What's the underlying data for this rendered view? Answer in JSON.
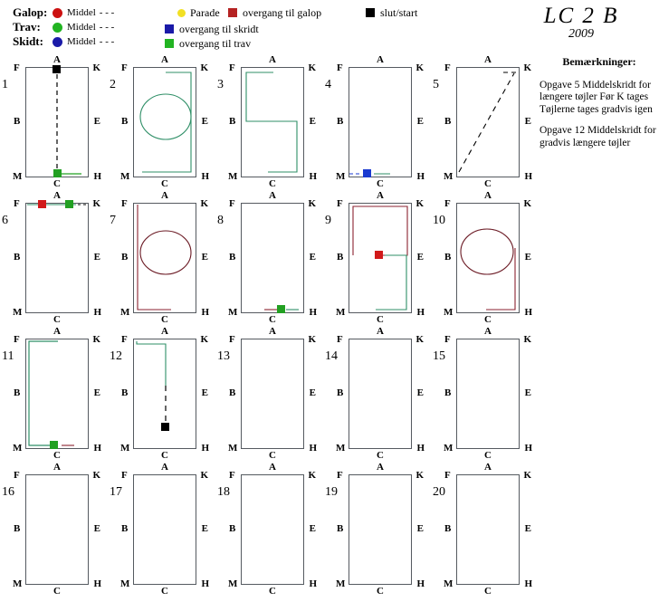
{
  "legend": {
    "gaits": [
      {
        "name": "Galop:",
        "color": "#cc1111",
        "middel": "Middel",
        "dash": "- - -",
        "icon": "circle-marker-red"
      },
      {
        "name": "Trav:",
        "color": "#22b422",
        "middel": "Middel",
        "dash": "- - -",
        "icon": "circle-marker-green"
      },
      {
        "name": "Skidt:",
        "color": "#1a1aa8",
        "middel": "Middel",
        "dash": "- - -",
        "icon": "circle-marker-blue"
      }
    ],
    "items": [
      {
        "label": "Parade",
        "color": "#f2e024",
        "shape": "circle",
        "icon": "parade-dot-yellow"
      },
      {
        "label": "overgang til skridt",
        "color": "#1a1aa8",
        "shape": "square",
        "icon": "transition-walk-square-blue"
      },
      {
        "label": "overgang til trav",
        "color": "#22b422",
        "shape": "square",
        "icon": "transition-trot-square-green"
      },
      {
        "label": "overgang til galop",
        "color": "#b52222",
        "shape": "square",
        "icon": "transition-canter-square-red"
      },
      {
        "label": "slut/start",
        "color": "#000000",
        "shape": "square",
        "icon": "start-finish-square-black"
      }
    ]
  },
  "title": {
    "name": "LC 2 B",
    "year": "2009"
  },
  "notes": {
    "heading": "Bemærkninger:",
    "paragraphs": [
      "Opgave 5 Middelskridt for længere tøjler Før K tages Tøjlerne tages gradvis igen",
      "Opgave 12 Middelskridt for gradvis længere tøjler"
    ]
  },
  "arena": {
    "letters": [
      "A",
      "F",
      "K",
      "B",
      "E",
      "M",
      "H",
      "C"
    ],
    "colors": {
      "outline": "#555a60",
      "trot": "#2f8f67",
      "canter": "#8b2230",
      "walk": "#1a1aa8",
      "start": "#000000",
      "marker_green": "#22a022",
      "marker_red": "#d11a1a",
      "marker_blue": "#1a3ad0"
    }
  },
  "figures": [
    {
      "n": "1",
      "desc": "start at A, dashed centerline to C, green transition marker at C"
    },
    {
      "n": "2",
      "desc": "trot track right side with volte circle"
    },
    {
      "n": "3",
      "desc": "trot from A down left to B, across to E, down to C"
    },
    {
      "n": "4",
      "desc": "blue walk transition marker at C"
    },
    {
      "n": "5",
      "desc": "dashed diagonal M to K"
    },
    {
      "n": "6",
      "desc": "canter marker left of A, trot marker right of A on top line"
    },
    {
      "n": "7",
      "desc": "canter track left side with circle at B/E"
    },
    {
      "n": "8",
      "desc": "green trot transition marker near C"
    },
    {
      "n": "9",
      "desc": "canter rectangle top half, red marker centre of B-E, trot down right to C"
    },
    {
      "n": "10",
      "desc": "canter circle with track down right side to C"
    },
    {
      "n": "11",
      "desc": "trot track left side, green marker at C"
    },
    {
      "n": "12",
      "desc": "trot top to centerline, dashed down to black start/finish square"
    },
    {
      "n": "13",
      "desc": "empty"
    },
    {
      "n": "14",
      "desc": "empty"
    },
    {
      "n": "15",
      "desc": "empty"
    },
    {
      "n": "16",
      "desc": "empty"
    },
    {
      "n": "17",
      "desc": "empty"
    },
    {
      "n": "18",
      "desc": "empty"
    },
    {
      "n": "19",
      "desc": "empty"
    },
    {
      "n": "20",
      "desc": "empty"
    }
  ]
}
